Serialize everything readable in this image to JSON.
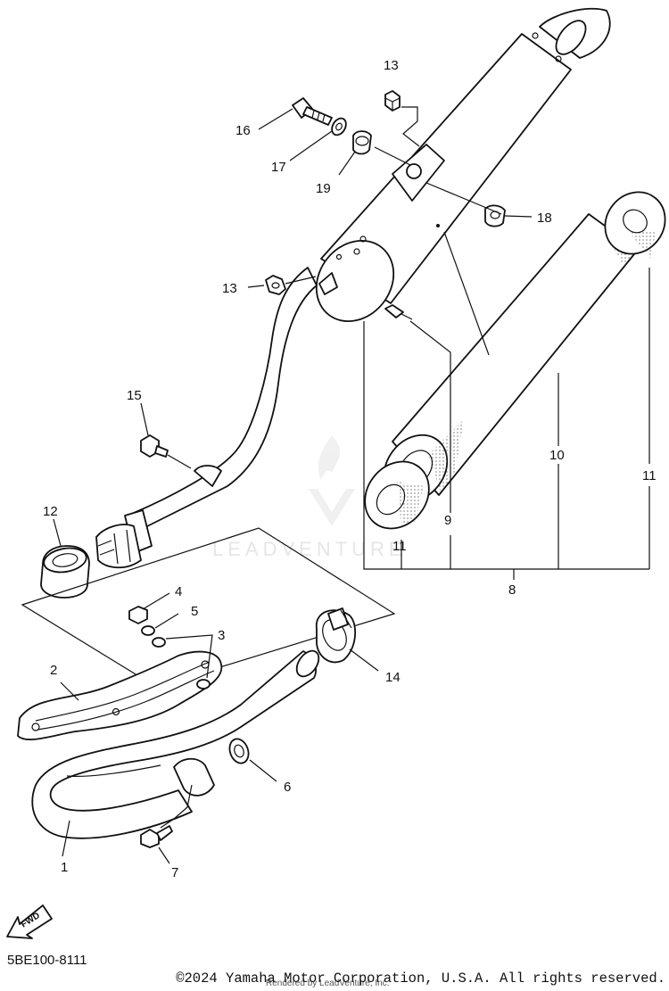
{
  "diagram": {
    "code": "5BE100-8111",
    "copyright": "©2024 Yamaha Motor Corporation, U.S.A. All rights reserved.",
    "rendered_by": "Rendered by LeadVenture, Inc.",
    "watermark": "LEADVENTURE",
    "fwd_label": "FWD",
    "callouts": {
      "c1": "1",
      "c2": "2",
      "c3": "3",
      "c4": "4",
      "c5": "5",
      "c6": "6",
      "c7": "7",
      "c8": "8",
      "c9": "9",
      "c10": "10",
      "c11a": "11",
      "c11b": "11",
      "c12": "12",
      "c13a": "13",
      "c13b": "13",
      "c14": "14",
      "c15": "15",
      "c16": "16",
      "c17": "17",
      "c18": "18",
      "c19": "19"
    }
  }
}
